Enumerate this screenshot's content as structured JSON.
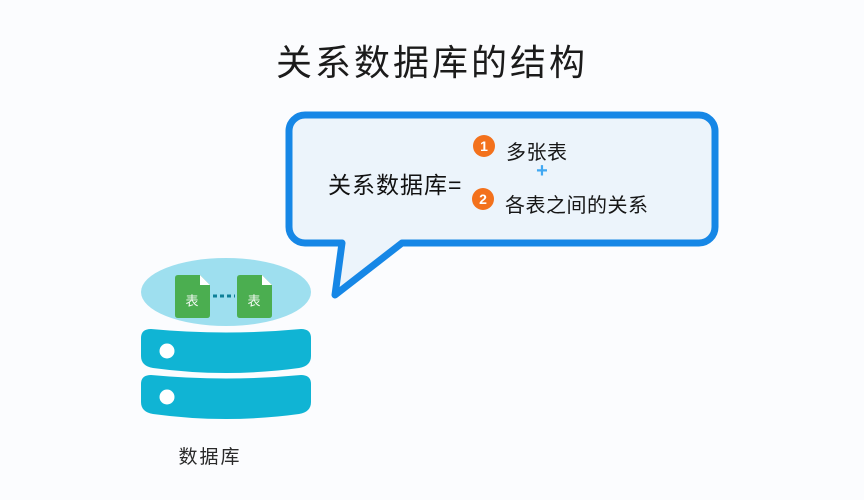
{
  "title": "关系数据库的结构",
  "bubble": {
    "label": "关系数据库=",
    "operator": "+",
    "items": [
      {
        "number": "1",
        "text": "多张表"
      },
      {
        "number": "2",
        "text": "各表之间的关系"
      }
    ]
  },
  "database": {
    "caption": "数据库",
    "tables": [
      {
        "label": "表"
      },
      {
        "label": "表"
      }
    ]
  },
  "colors": {
    "background": "#FBFCFE",
    "bubble_border": "#1687E6",
    "bubble_fill": "#ECF4FB",
    "badge_orange": "#F3711C",
    "plus_blue": "#41A8F2",
    "cylinder_body": "#10B4D4",
    "cylinder_top": "#9EDFEF",
    "table_green": "#4BAE50",
    "dash_teal": "#0F8098"
  }
}
